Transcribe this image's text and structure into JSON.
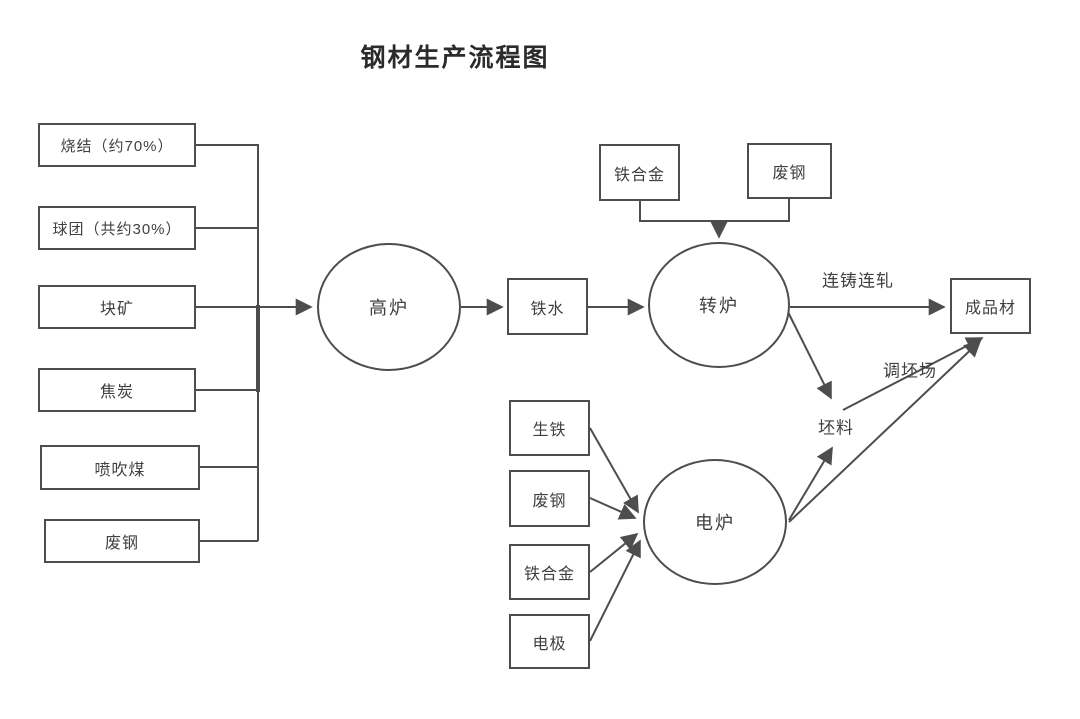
{
  "title": "钢材生产流程图",
  "nodes": {
    "blast_furnace": "高炉",
    "hot_metal": "铁水",
    "converter": "转炉",
    "electric_furnace": "电炉",
    "finished_product": "成品材",
    "billet": "坯料"
  },
  "blast_furnace_inputs": [
    "烧结（约70%）",
    "球团（共约30%）",
    "块矿",
    "焦炭",
    "喷吹煤",
    "废钢"
  ],
  "converter_inputs": [
    "铁合金",
    "废钢"
  ],
  "electric_furnace_inputs": [
    "生铁",
    "废钢",
    "铁合金",
    "电极"
  ],
  "edge_labels": {
    "converter_to_product": "连铸连轧",
    "billet_to_product": "调坯场"
  },
  "colors": {
    "line": "#4d4d4d",
    "box_border": "#4d4d4d",
    "text": "#404040",
    "title": "#2b2b2b",
    "background": "#ffffff"
  }
}
